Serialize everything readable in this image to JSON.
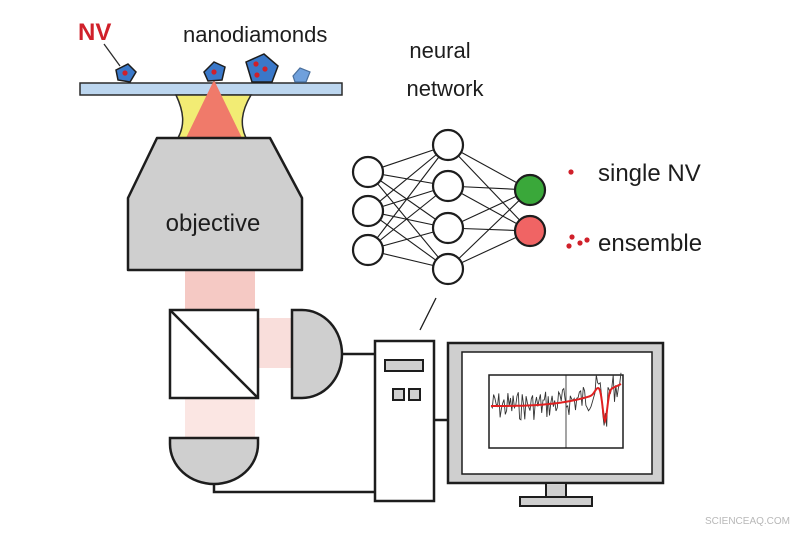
{
  "labels": {
    "nv": "NV",
    "nanodiamonds": "nanodiamonds",
    "neural_network_line1": "neural",
    "neural_network_line2": "network",
    "objective": "objective",
    "single_nv": "single NV",
    "ensemble": "ensemble",
    "watermark": "SCIENCEAQ.COM"
  },
  "colors": {
    "nv_label": "#d0202a",
    "nanodiamond": "#3a78c9",
    "nv_center": "#d0202a",
    "beam": "#f07a6a",
    "glass": "#bcd6ef",
    "immersion": "#f2ec74",
    "objective": "#cfcfcf",
    "output_single": "#3aa83a",
    "output_ensemble": "#f06464",
    "spectrum_raw": "#333333",
    "spectrum_fit": "#e02020"
  },
  "icons": [
    "nanodiamond-icon",
    "objective-lens-icon",
    "beam-splitter-icon",
    "photodetector-icon",
    "computer-tower-icon",
    "monitor-icon"
  ]
}
